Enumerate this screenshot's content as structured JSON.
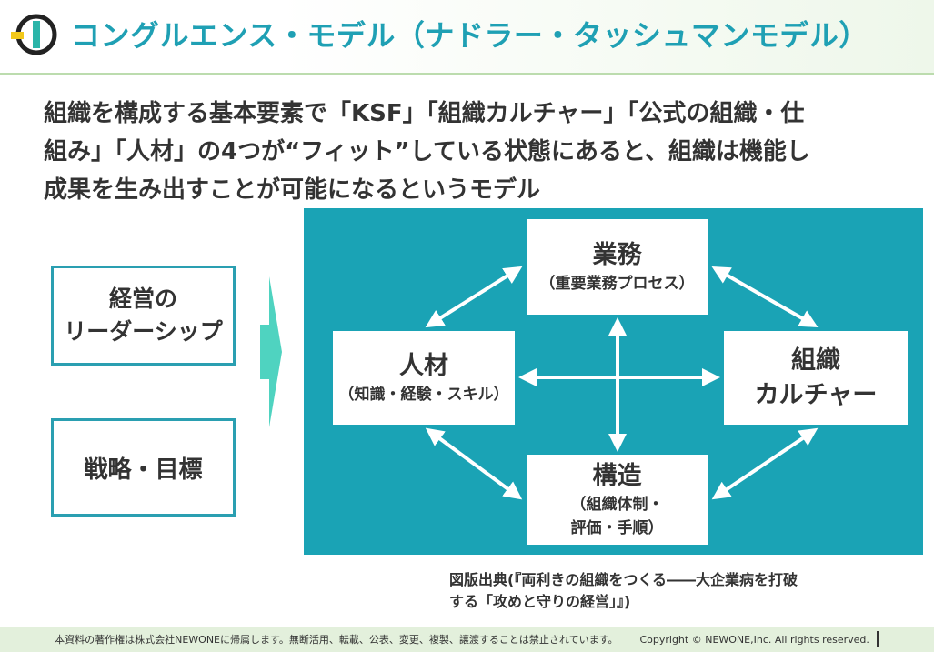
{
  "header": {
    "title": "コングルエンス・モデル（ナドラー・タッシュマンモデル）"
  },
  "lead": {
    "lines": [
      "組織を構成する基本要素で「KSF」「組織カルチャー」「公式の組織・仕",
      "組み」「人材」の4つが“フィット”している状態にあると、組織は機能し",
      "成果を生み出すことが可能になるというモデル"
    ]
  },
  "inputs": {
    "box1": {
      "line1": "経営の",
      "line2": "リーダーシップ"
    },
    "box2": {
      "label": "戦略・目標"
    }
  },
  "model": {
    "top": {
      "name": "業務",
      "sub": "（重要業務プロセス）"
    },
    "left": {
      "name": "人材",
      "sub": "（知識・経験・スキル）"
    },
    "right": {
      "line1": "組織",
      "line2": "カルチャー"
    },
    "bottom": {
      "name": "構造",
      "sub1": "（組織体制・",
      "sub2": "評価・手順）"
    }
  },
  "source": {
    "line1": "図版出典(『両利きの組織をつくる――大企業病を打破",
    "line2": "する「攻めと守りの経営」』)"
  },
  "footer": {
    "notice": "本資料の著作権は株式会社NEWONEに帰属します。無断活用、転載、公表、変更、複製、譲渡することは禁止されています。",
    "copyright": "Copyright © NEWONE,Inc.  All rights reserved."
  },
  "colors": {
    "accent": "#1fa0b4",
    "panel": "#1aa3b5",
    "arrow": "#4fd3c0",
    "footer_bg": "#e3f0dc"
  },
  "icons": [
    "newone-logo-icon",
    "right-arrow-icon"
  ]
}
